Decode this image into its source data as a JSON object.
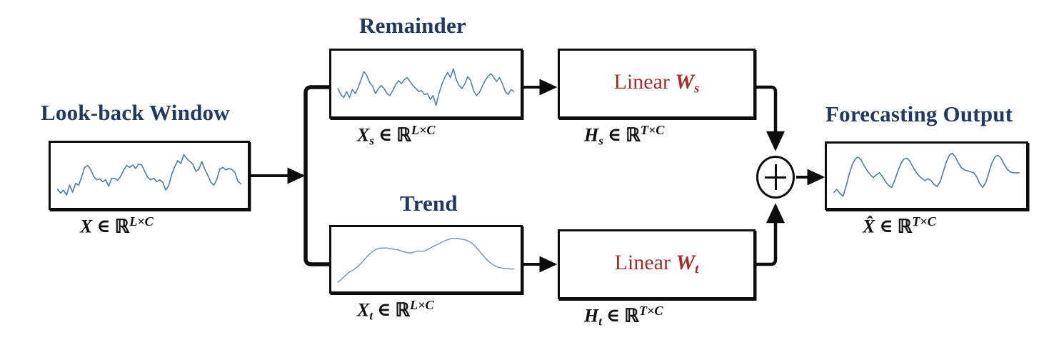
{
  "diagram": {
    "title": "DLinear decomposition forecasting architecture",
    "colors": {
      "title_blue": "#1F3864",
      "linear_red": "#A62B2B",
      "line_black": "#0D0D0D",
      "series_blue": "#4E7FA8",
      "background": "#FFFFFF"
    }
  },
  "nodes": {
    "lookback": {
      "title": "Look-back Window",
      "caption": {
        "symbol": "X",
        "sub": "",
        "relation": "∈",
        "set": "ℝ",
        "exponent": "L×C"
      }
    },
    "remainder": {
      "title": "Remainder",
      "caption": {
        "symbol": "X",
        "sub": "s",
        "relation": "∈",
        "set": "ℝ",
        "exponent": "L×C"
      }
    },
    "trend": {
      "title": "Trend",
      "caption": {
        "symbol": "X",
        "sub": "t",
        "relation": "∈",
        "set": "ℝ",
        "exponent": "L×C"
      }
    },
    "linear_s": {
      "label_prefix": "Linear ",
      "label_symbol": "W",
      "label_sub": "s",
      "caption": {
        "symbol": "H",
        "sub": "s",
        "relation": "∈",
        "set": "ℝ",
        "exponent": "T×C"
      }
    },
    "linear_t": {
      "label_prefix": "Linear ",
      "label_symbol": "W",
      "label_sub": "t",
      "caption": {
        "symbol": "H",
        "sub": "t",
        "relation": "∈",
        "set": "ℝ",
        "exponent": "T×C"
      }
    },
    "adder": {
      "operator": "+"
    },
    "output": {
      "title": "Forecasting Output",
      "caption": {
        "symbol": "X̂",
        "sub": "",
        "relation": "∈",
        "set": "ℝ",
        "exponent": "T×C"
      }
    }
  },
  "chart_data": {
    "type": "line",
    "title": "Time-series decomposition signals",
    "xlabel": "",
    "ylabel": "",
    "grid": false,
    "legend": "none",
    "series": [
      {
        "name": "lookback-window-series",
        "color": "#4E7FA8",
        "ylim": [
          0,
          1
        ],
        "values": [
          0.22,
          0.14,
          0.2,
          0.1,
          0.3,
          0.16,
          0.34,
          0.3,
          0.47,
          0.66,
          0.7,
          0.62,
          0.48,
          0.41,
          0.43,
          0.37,
          0.41,
          0.28,
          0.44,
          0.44,
          0.4,
          0.48,
          0.61,
          0.7,
          0.66,
          0.71,
          0.64,
          0.73,
          0.71,
          0.58,
          0.46,
          0.41,
          0.44,
          0.37,
          0.41,
          0.36,
          0.2,
          0.3,
          0.52,
          0.68,
          0.8,
          0.74,
          0.92,
          0.84,
          0.78,
          0.73,
          0.58,
          0.62,
          0.78,
          0.62,
          0.5,
          0.36,
          0.3,
          0.42,
          0.63,
          0.66,
          0.61,
          0.64,
          0.62,
          0.56,
          0.38,
          0.33
        ]
      },
      {
        "name": "remainder-series",
        "color": "#4E7FA8",
        "ylim": [
          0,
          1
        ],
        "values": [
          0.4,
          0.28,
          0.22,
          0.34,
          0.22,
          0.38,
          0.3,
          0.42,
          0.58,
          0.74,
          0.66,
          0.52,
          0.45,
          0.3,
          0.4,
          0.46,
          0.4,
          0.3,
          0.26,
          0.36,
          0.48,
          0.56,
          0.5,
          0.58,
          0.62,
          0.54,
          0.46,
          0.4,
          0.34,
          0.36,
          0.28,
          0.3,
          0.18,
          0.26,
          0.06,
          0.3,
          0.48,
          0.62,
          0.72,
          0.62,
          0.8,
          0.58,
          0.46,
          0.4,
          0.5,
          0.64,
          0.56,
          0.36,
          0.26,
          0.32,
          0.44,
          0.56,
          0.64,
          0.7,
          0.62,
          0.54,
          0.62,
          0.5,
          0.34,
          0.28,
          0.38,
          0.34
        ]
      },
      {
        "name": "trend-series",
        "color": "#7898BC",
        "ylim": [
          0,
          1
        ],
        "values": [
          0.03,
          0.08,
          0.14,
          0.19,
          0.24,
          0.27,
          0.31,
          0.36,
          0.42,
          0.48,
          0.55,
          0.61,
          0.66,
          0.7,
          0.72,
          0.73,
          0.73,
          0.73,
          0.72,
          0.71,
          0.7,
          0.69,
          0.67,
          0.65,
          0.64,
          0.63,
          0.64,
          0.66,
          0.67,
          0.66,
          0.67,
          0.7,
          0.73,
          0.76,
          0.79,
          0.82,
          0.85,
          0.88,
          0.9,
          0.92,
          0.93,
          0.93,
          0.92,
          0.91,
          0.9,
          0.88,
          0.85,
          0.8,
          0.74,
          0.67,
          0.6,
          0.53,
          0.47,
          0.42,
          0.38,
          0.35,
          0.33,
          0.32,
          0.31,
          0.31,
          0.3,
          0.3
        ]
      },
      {
        "name": "forecasting-output-series",
        "color": "#4E7FA8",
        "ylim": [
          0,
          1
        ],
        "values": [
          0.16,
          0.22,
          0.14,
          0.08,
          0.28,
          0.52,
          0.72,
          0.84,
          0.88,
          0.82,
          0.7,
          0.6,
          0.52,
          0.46,
          0.52,
          0.56,
          0.48,
          0.38,
          0.3,
          0.26,
          0.4,
          0.58,
          0.74,
          0.84,
          0.86,
          0.8,
          0.68,
          0.58,
          0.5,
          0.44,
          0.4,
          0.44,
          0.4,
          0.32,
          0.28,
          0.38,
          0.58,
          0.78,
          0.92,
          0.96,
          0.88,
          0.76,
          0.66,
          0.62,
          0.6,
          0.58,
          0.56,
          0.48,
          0.34,
          0.26,
          0.36,
          0.56,
          0.76,
          0.88,
          0.92,
          0.86,
          0.74,
          0.64,
          0.58,
          0.56,
          0.56,
          0.56
        ]
      }
    ]
  }
}
